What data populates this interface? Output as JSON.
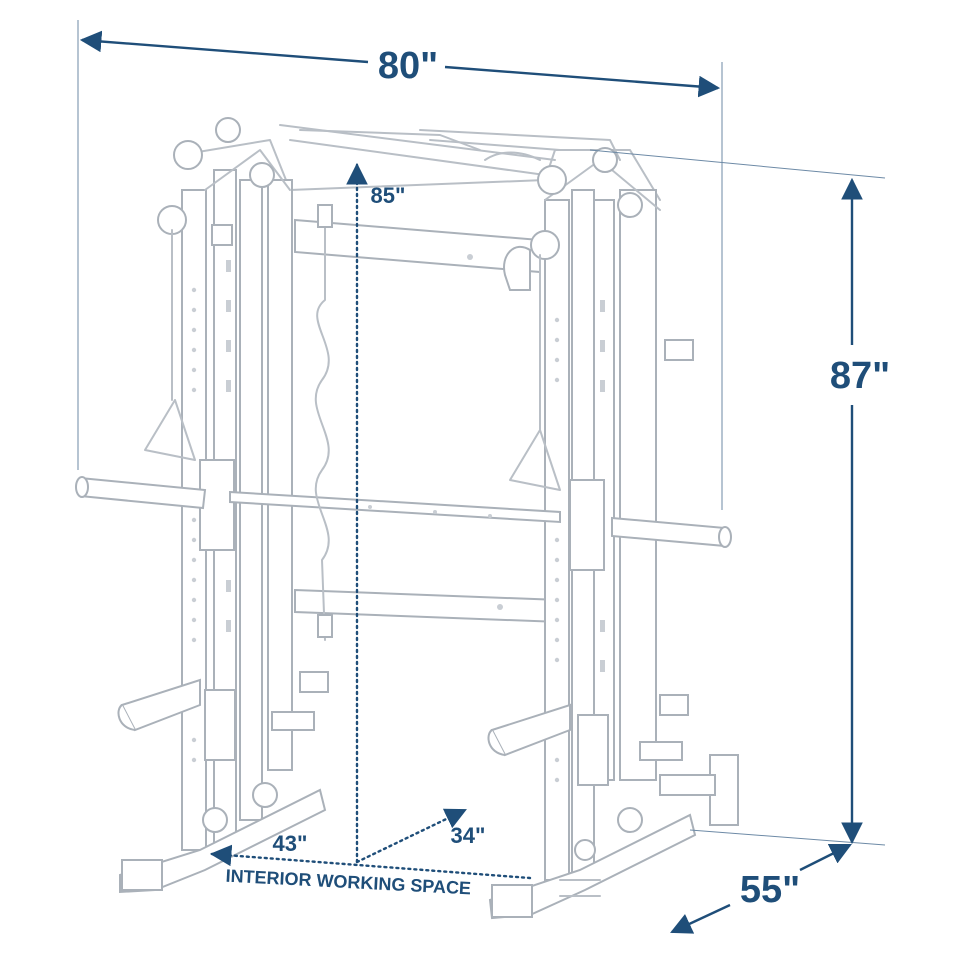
{
  "dimensions": {
    "width_label": "80\"",
    "height_label": "87\"",
    "depth_label": "55\"",
    "inner_height_label": "85\"",
    "inner_width_label": "43\"",
    "inner_depth_label": "34\"",
    "interior_caption": "INTERIOR WORKING SPACE"
  },
  "colors": {
    "dimension": "#1f4e79",
    "rack_line": "#b9bfc6",
    "background": "#ffffff"
  }
}
